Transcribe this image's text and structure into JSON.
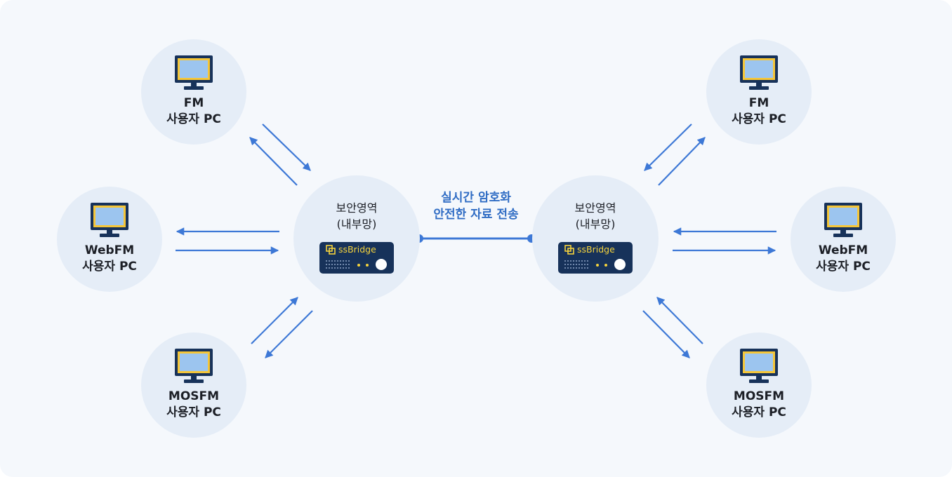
{
  "left_zone": {
    "title_line1": "보안영역",
    "title_line2": "(내부망)",
    "device_name": "ssBridge",
    "clients": [
      {
        "line1": "FM",
        "line2": "사용자 PC"
      },
      {
        "line1": "WebFM",
        "line2": "사용자 PC"
      },
      {
        "line1": "MOSFM",
        "line2": "사용자 PC"
      }
    ]
  },
  "right_zone": {
    "title_line1": "보안영역",
    "title_line2": "(내부망)",
    "device_name": "ssBridge",
    "clients": [
      {
        "line1": "FM",
        "line2": "사용자 PC"
      },
      {
        "line1": "WebFM",
        "line2": "사용자 PC"
      },
      {
        "line1": "MOSFM",
        "line2": "사용자 PC"
      }
    ]
  },
  "link": {
    "line1": "실시간 암호화",
    "line2": "안전한 자료 전송"
  },
  "colors": {
    "background": "#f5f8fc",
    "node_circle": "#e5edf7",
    "arrow": "#3d78d6",
    "link_text": "#2f6cc4",
    "device_body": "#17325a",
    "device_accent": "#f5d33c",
    "monitor_frame": "#17325a",
    "monitor_bezel": "#f5c638",
    "monitor_screen": "#9cc5ef"
  },
  "icons": {
    "client": "monitor-icon",
    "device": "ssbridge-device-icon",
    "device_logo": "copy-squares-icon"
  }
}
